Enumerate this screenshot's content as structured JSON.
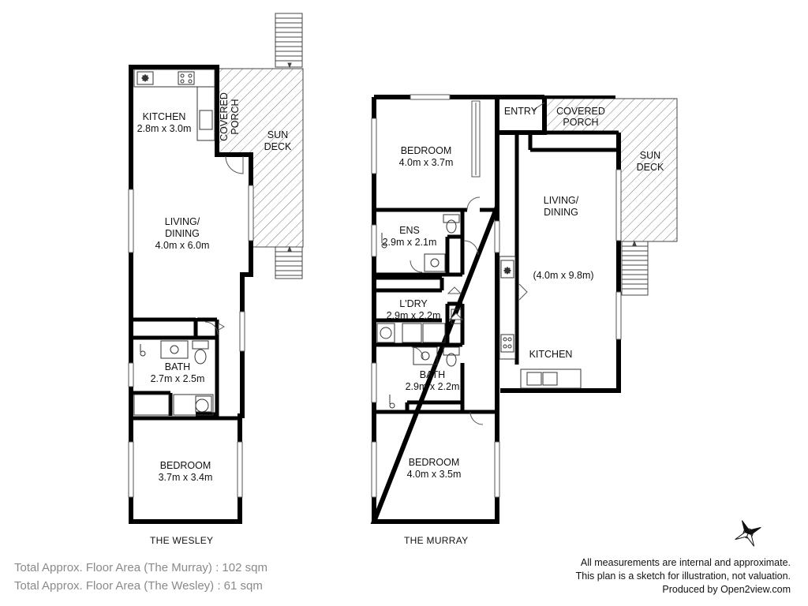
{
  "wesley": {
    "caption": "THE WESLEY",
    "kitchen": {
      "name": "KITCHEN",
      "size": "2.8m x 3.0m"
    },
    "porch": {
      "line1": "COVERED",
      "line2": "PORCH"
    },
    "sundeck": {
      "line1": "SUN",
      "line2": "DECK"
    },
    "living": {
      "line1": "LIVING/",
      "line2": "DINING",
      "size": "4.0m x 6.0m"
    },
    "bath": {
      "name": "BATH",
      "size": "2.7m x 2.5m"
    },
    "bedroom": {
      "name": "BEDROOM",
      "size": "3.7m x 3.4m"
    }
  },
  "murray": {
    "caption": "THE MURRAY",
    "bedroom1": {
      "name": "BEDROOM",
      "size": "4.0m x 3.7m"
    },
    "entry": "ENTRY",
    "porch": {
      "line1": "COVERED",
      "line2": "PORCH"
    },
    "sundeck": {
      "line1": "SUN",
      "line2": "DECK"
    },
    "living": {
      "line1": "LIVING/",
      "line2": "DINING",
      "size": "(4.0m x 9.8m)"
    },
    "ens": {
      "name": "ENS",
      "size": "2.9m x 2.1m"
    },
    "laundry": {
      "name": "L'DRY",
      "size": "2.9m x 2.2m"
    },
    "bath": {
      "name": "BATH",
      "size": "2.9m x 2.2m"
    },
    "kitchen": "KITCHEN",
    "bedroom2": {
      "name": "BEDROOM",
      "size": "4.0m x 3.5m"
    }
  },
  "footer": {
    "area_murray": "Total Approx. Floor Area (The Murray) : 102 sqm",
    "area_wesley": "Total Approx. Floor Area (The Wesley) : 61 sqm",
    "disclaimer1": "All measurements are internal and approximate.",
    "disclaimer2": "This plan is a sketch for illustration, not valuation.",
    "produced": "Produced by Open2view.com"
  },
  "colors": {
    "wall": "#000000",
    "fixture": "#333333",
    "text": "#111111",
    "area_text": "#8a8a8a"
  }
}
